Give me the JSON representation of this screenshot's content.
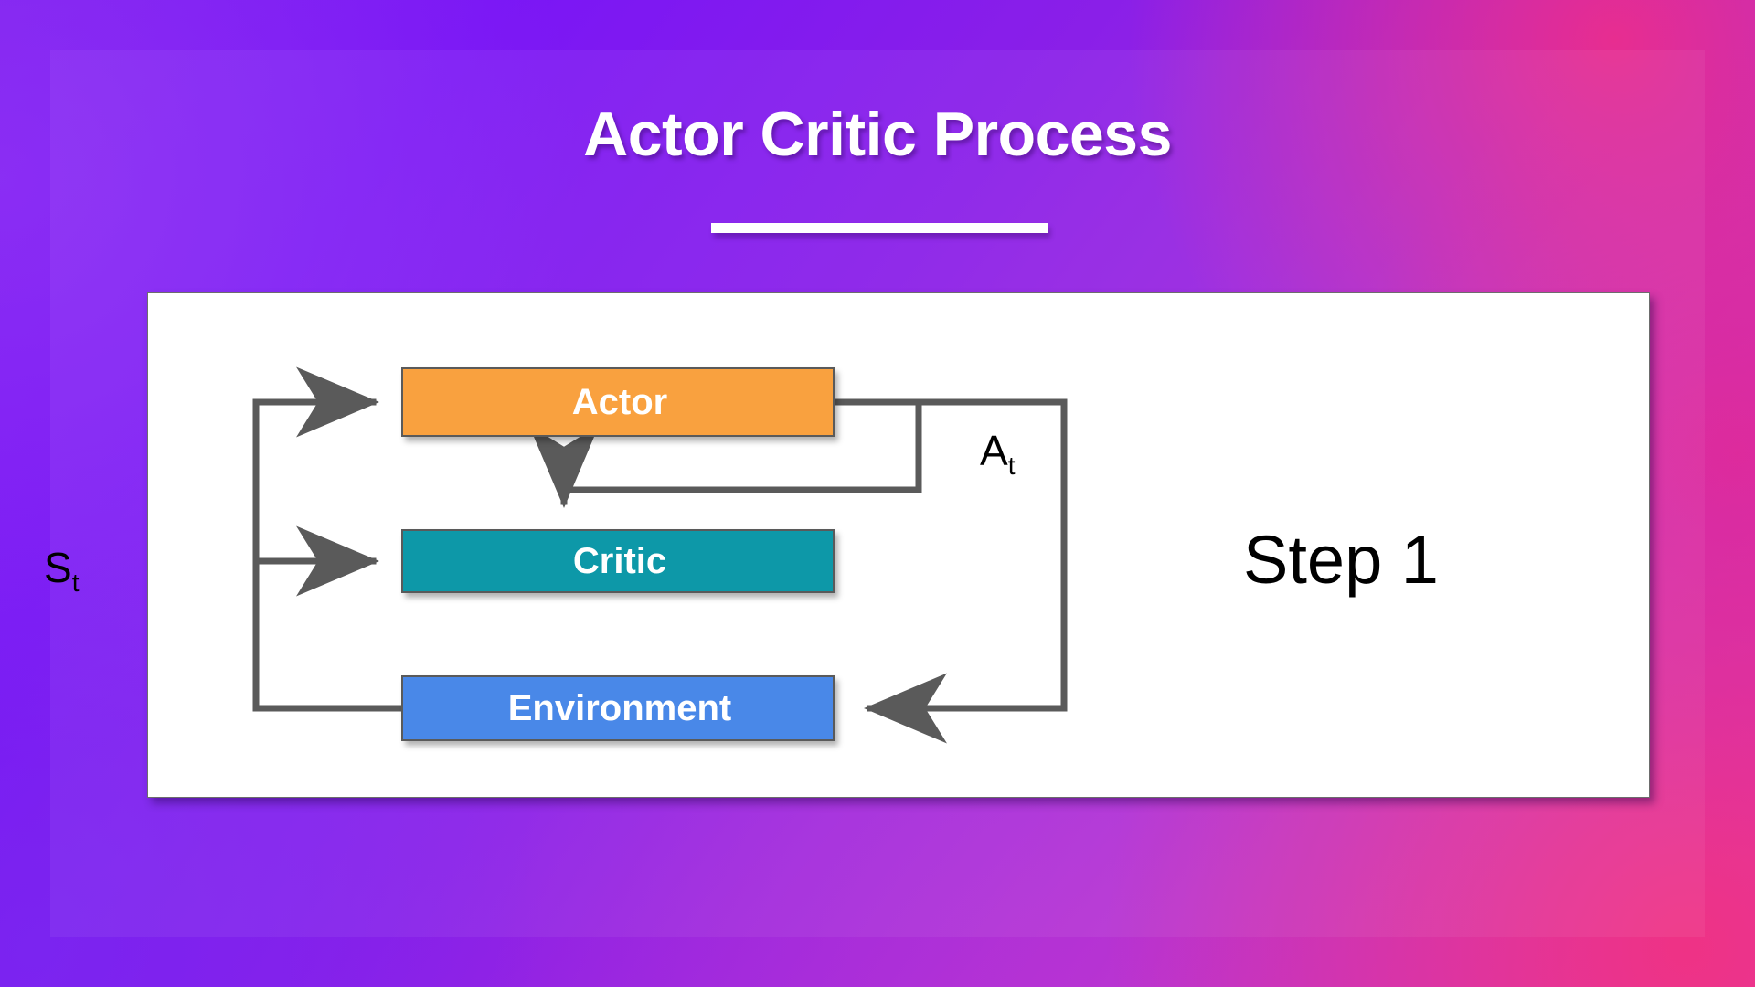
{
  "slide": {
    "title": "Actor Critic Process",
    "step_text": "Step 1"
  },
  "diagram": {
    "nodes": [
      {
        "id": "actor",
        "label": "Actor",
        "color": "#f9a13f"
      },
      {
        "id": "critic",
        "label": "Critic",
        "color": "#0d98a8"
      },
      {
        "id": "environment",
        "label": "Environment",
        "color": "#4988e8"
      }
    ],
    "edge_labels": [
      {
        "id": "state",
        "base": "S",
        "sub": "t"
      },
      {
        "id": "action",
        "base": "A",
        "sub": "t"
      }
    ],
    "edges": [
      {
        "from": "environment",
        "to": "actor",
        "label": "S_t"
      },
      {
        "from": "environment",
        "to": "critic",
        "label": "S_t"
      },
      {
        "from": "actor",
        "to": "critic",
        "label": ""
      },
      {
        "from": "actor",
        "to": "environment",
        "label": "A_t"
      }
    ],
    "colors": {
      "stroke": "#5a5a5a",
      "actor": "#f9a13f",
      "critic": "#0d98a8",
      "environment": "#4988e8",
      "card_background": "#ffffff"
    }
  },
  "theme": {
    "accent_purple": "#7d1ef0",
    "accent_magenta": "#d93ab6",
    "title_color": "#ffffff"
  }
}
